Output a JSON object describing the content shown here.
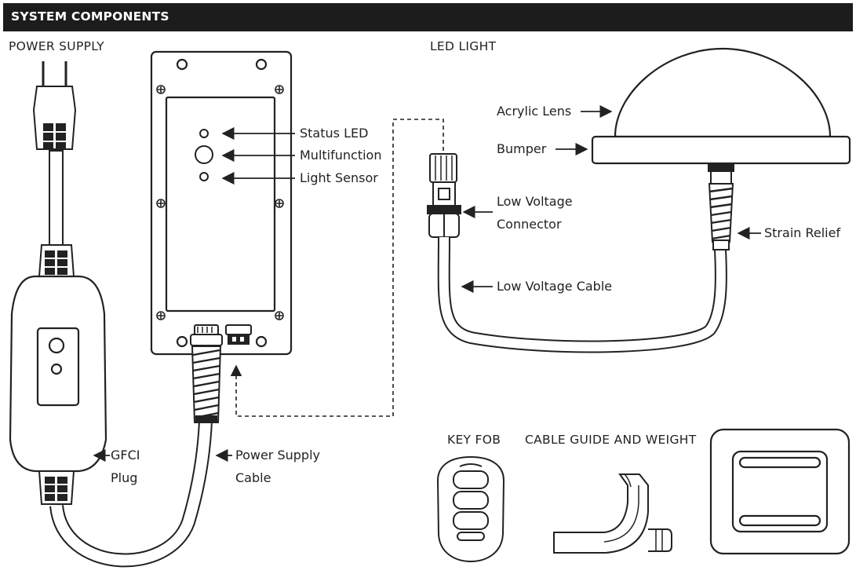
{
  "title": "SYSTEM COMPONENTS",
  "sections": {
    "power_supply": "POWER SUPPLY",
    "led_light": "LED LIGHT",
    "key_fob": "KEY FOB",
    "cable_guide": "CABLE GUIDE AND WEIGHT"
  },
  "callouts": {
    "status_led": "Status LED",
    "multifunction": "Multifunction",
    "light_sensor": "Light Sensor",
    "acrylic_lens": "Acrylic Lens",
    "bumper": "Bumper",
    "low_voltage_line1": "Low Voltage",
    "low_voltage_line2": "Connector",
    "strain_relief": "Strain Relief",
    "low_voltage_cable": "Low Voltage Cable",
    "gfci_line1": "GFCI",
    "gfci_line2": "Plug",
    "power_cable_line1": "Power Supply",
    "power_cable_line2": "Cable"
  }
}
